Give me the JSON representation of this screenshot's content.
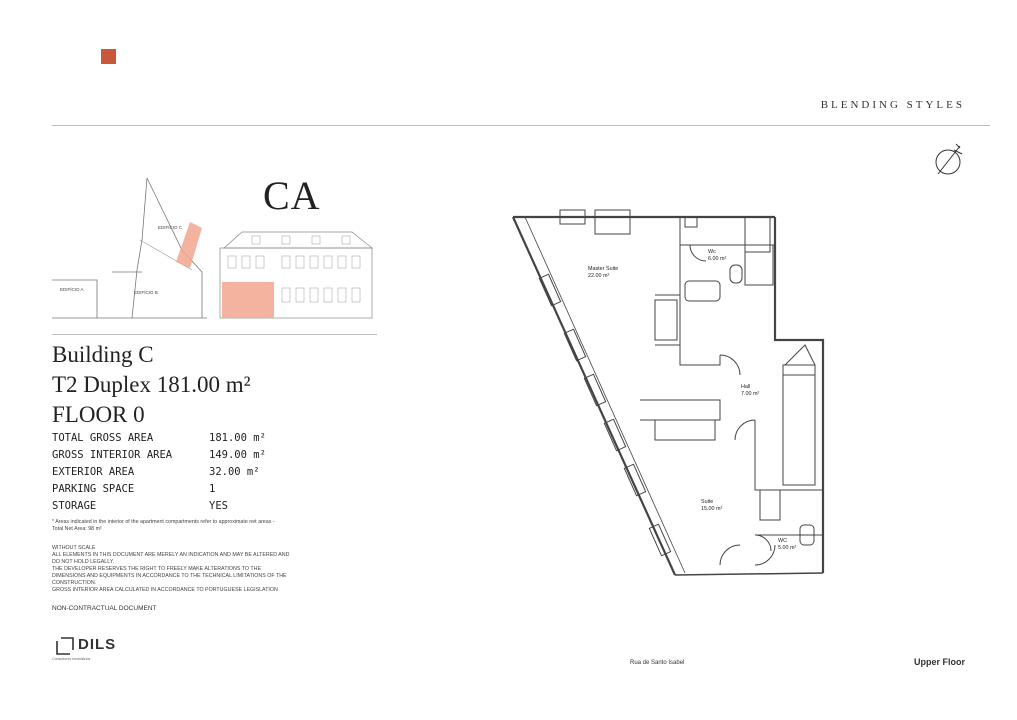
{
  "header": {
    "brand": "BLENDING STYLES"
  },
  "unit": {
    "code": "CA",
    "building": "Building C",
    "type_area": "T2 Duplex  181.00 m²",
    "floor": "FLOOR 0"
  },
  "keyplan": {
    "label_c": "EDIFÍCIO C",
    "label_a": "EDIFÍCIO A",
    "label_b": "EDIFÍCIO B"
  },
  "specs": [
    {
      "label": "TOTAL GROSS AREA",
      "value": "181.00 m²"
    },
    {
      "label": "GROSS INTERIOR AREA",
      "value": "149.00 m²"
    },
    {
      "label": "EXTERIOR AREA",
      "value": "32.00 m²"
    },
    {
      "label": "PARKING SPACE",
      "value": "1"
    },
    {
      "label": "STORAGE",
      "value": "YES"
    }
  ],
  "note": "* Areas indicated in the interior of the apartment compartments refer to approximate net areas - Total Net Area: 98 m²",
  "disclaimer": [
    "WITHOUT SCALE",
    "ALL ELEMENTS IN THIS DOCUMENT ARE MERELY AN INDICATION AND MAY BE ALTERED AND DO NOT HOLD LEGALLY.",
    "THE DEVELOPER RESERVES THE RIGHT TO FREELY MAKE ALTERATIONS TO THE DIMENSIONS AND EQUIPMENTS IN ACCORDANCE TO THE TECHNICAL LIMITATIONS OF THE CONSTRUCTION.",
    "GROSS INTERIOR AREA CALCULATED IN ACCORDANCE TO PORTUGUESE LEGISLATION"
  ],
  "non_contractual": "NON-CONTRACTUAL DOCUMENT",
  "logo": {
    "name": "DILS",
    "tagline": "Consultores Imobiliários"
  },
  "rooms": [
    {
      "name": "Master Suite",
      "area": "22.00 m²"
    },
    {
      "name": "Wc",
      "area": "6.00 m²"
    },
    {
      "name": "Hall",
      "area": "7.00 m²"
    },
    {
      "name": "Suite",
      "area": "15.00 m²"
    },
    {
      "name": "WC",
      "area": "5.00 m²"
    }
  ],
  "footer": {
    "street": "Rua de Santo Isabel",
    "floor_label": "Upper Floor"
  },
  "colors": {
    "accent": "#c9583b",
    "highlight": "#f2a68e",
    "line": "#bdbdbd"
  }
}
